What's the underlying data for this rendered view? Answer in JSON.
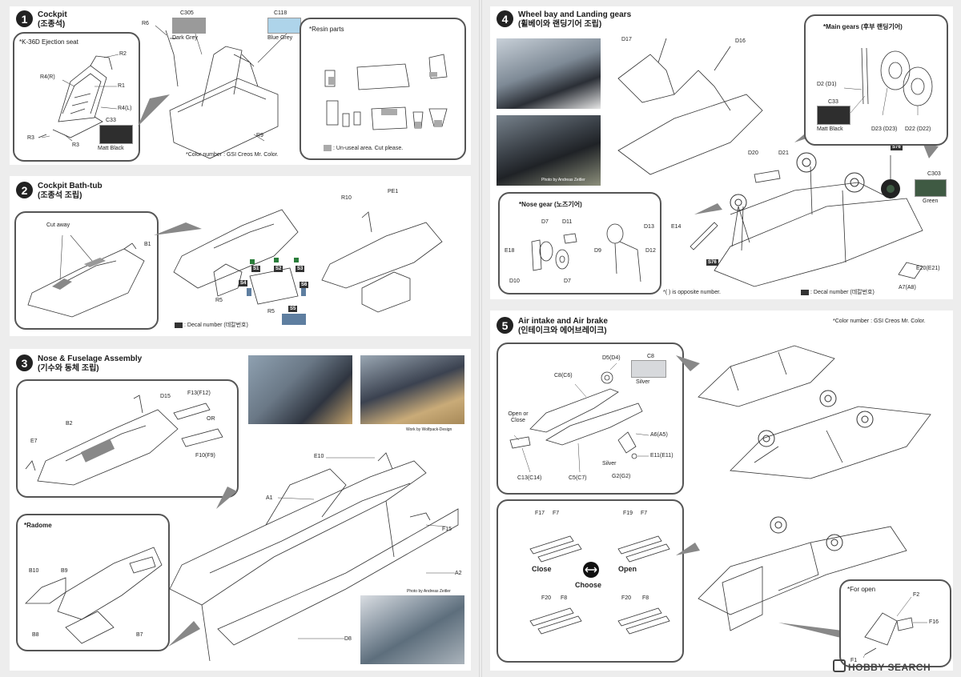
{
  "steps": [
    {
      "num": "1",
      "title": "Cockpit",
      "subtitle": "(조종석)"
    },
    {
      "num": "2",
      "title": "Cockpit Bath-tub",
      "subtitle": "(조종석 조립)"
    },
    {
      "num": "3",
      "title": "Nose & Fuselage Assembly",
      "subtitle": "(기수와 동체 조립)"
    },
    {
      "num": "4",
      "title": "Wheel bay and Landing gears",
      "subtitle": "(휠베이와 랜딩기어 조립)"
    },
    {
      "num": "5",
      "title": "Air intake and Air brake",
      "subtitle": "(인테이크와 에어브레이크)"
    }
  ],
  "step1": {
    "seat_title": "*K-36D Ejection seat",
    "parts": [
      "R2",
      "R4(R)",
      "R1",
      "R4(L)",
      "R3",
      "R3",
      "R6",
      "R9"
    ],
    "colors": [
      {
        "code": "C305",
        "name": "Dark Grey",
        "hex": "#9a9a9a"
      },
      {
        "code": "C118",
        "name": "Blue Grey",
        "hex": "#aed4ea"
      },
      {
        "code": "C33",
        "name": "Matt Black",
        "hex": "#2e2e2e"
      }
    ],
    "color_note": "*Color number : GSI Creos Mr. Color.",
    "resin_title": "*Resin parts",
    "resin_note": ": Un-useal area. Cut please."
  },
  "step2": {
    "cut_away": "Cut away",
    "parts": [
      "B1",
      "R10",
      "PE1",
      "R5",
      "R5",
      "S1",
      "S2",
      "S3",
      "S4",
      "S5",
      "S6"
    ],
    "decal_note": ": Decal number (데칼번호)"
  },
  "step3": {
    "parts": [
      "D15",
      "F13(F12)",
      "OR",
      "F10(F9)",
      "B2",
      "E7",
      "E10",
      "A1",
      "F15",
      "A2",
      "D8"
    ],
    "radome_title": "*Radome",
    "radome_parts": [
      "B10",
      "B9",
      "B8",
      "B7"
    ],
    "credit_wolfpack": "Work by Wolfpack-Design",
    "credit_zeitler": "Photo by Andreas Zeitler"
  },
  "step4": {
    "parts": [
      "D17",
      "D16",
      "D20",
      "D21",
      "E14",
      "E20(E21)",
      "A7(A8)",
      "S76",
      "S76"
    ],
    "main_gears_title": "*Main gears (후부 랜딩기어)",
    "main_parts": [
      "D2 (D1)",
      "D23 (D23)",
      "D22 (D22)"
    ],
    "colors": [
      {
        "code": "C33",
        "name": "Matt Black",
        "hex": "#2e2e2e"
      },
      {
        "code": "C303",
        "name": "Green",
        "hex": "#3f5a43"
      }
    ],
    "nose_gear_title": "*Nose gear (노즈기어)",
    "nose_parts": [
      "D7",
      "D11",
      "E18",
      "D10",
      "D7",
      "D13",
      "D9",
      "D12"
    ],
    "opposite_note": "*( ) is opposite number.",
    "decal_note": ": Decal number (데칼번호)",
    "credit": "Photo by Andreas Zeitler"
  },
  "step5": {
    "color_note": "*Color number : GSI Creos Mr. Color.",
    "parts": [
      "D5(D4)",
      "C8(C6)",
      "Open or Close",
      "A6(A5)",
      "E11(E11)",
      "G2(G2)",
      "C13(C14)",
      "C5(C7)"
    ],
    "silver_label": "Silver",
    "colors": [
      {
        "code": "C8",
        "name": "Silver",
        "hex": "#d7d9dc"
      }
    ],
    "choose_parts": [
      "F17",
      "F7",
      "F19",
      "F7",
      "F20",
      "F8",
      "F20",
      "F8"
    ],
    "close_label": "Close",
    "open_label": "Open",
    "choose_label": "Choose",
    "for_open_title": "*For open",
    "for_open_parts": [
      "F2",
      "F16",
      "F1"
    ]
  },
  "watermark": "HOBBY SEARCH"
}
